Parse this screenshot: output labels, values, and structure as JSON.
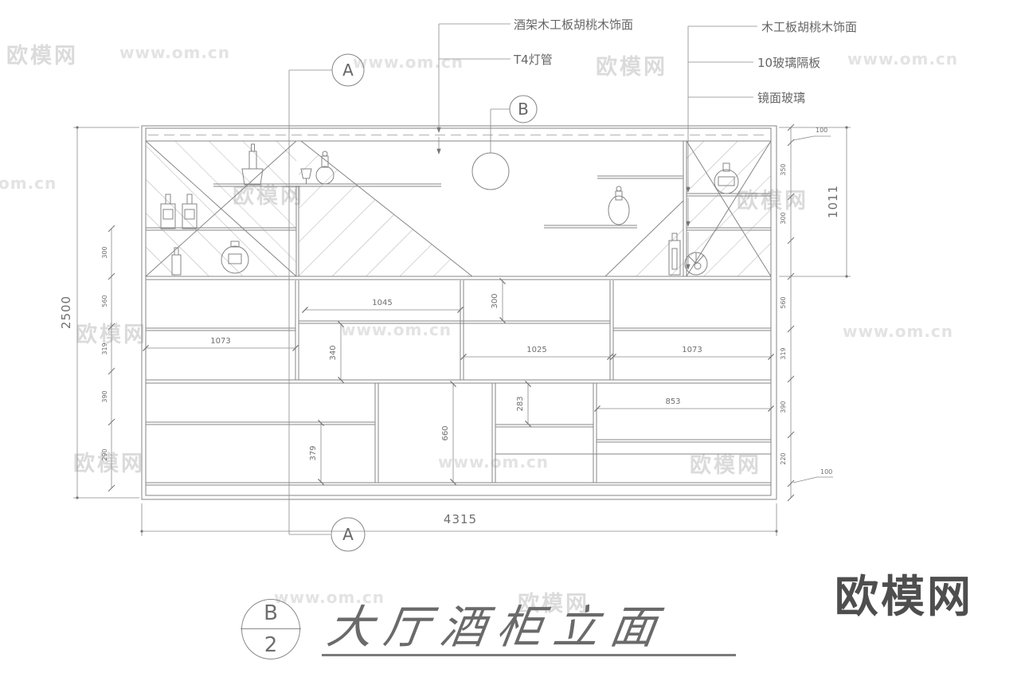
{
  "annotations": {
    "wine_rack": "酒架木工板胡桃木饰面",
    "t4_lamp": "T4灯管",
    "wood_panel": "木工板胡桃木饰面",
    "glass_shelf": "10玻璃隔板",
    "mirror_glass": "镜面玻璃"
  },
  "markers": {
    "section_a": "A",
    "detail_b": "B",
    "title_code_top": "B",
    "title_code_bottom": "2"
  },
  "title": "大厅酒柜立面",
  "logo": "欧模网",
  "watermark": {
    "brand": "欧模网",
    "site": "www.om.cn",
    "fragment": "om.cn"
  },
  "dimensions": {
    "overall_height": "2500",
    "overall_width": "4315",
    "upper_right_total": "1011",
    "top_offset": "100",
    "bottom_offset": "100",
    "left_chain": [
      "300",
      "560",
      "319",
      "390",
      "290"
    ],
    "right_top_chain": [
      "350",
      "300"
    ],
    "right_bottom_chain": [
      "560",
      "319",
      "390",
      "220"
    ],
    "middle_row": {
      "left_width": "1073",
      "shelf_width": "1045",
      "shelf_height": "300",
      "divider_height": "340",
      "center_width": "1025",
      "right_width": "1073"
    },
    "bottom_row": {
      "upper_height": "283",
      "right_width": "853",
      "center_height": "660",
      "left_height": "379"
    }
  }
}
